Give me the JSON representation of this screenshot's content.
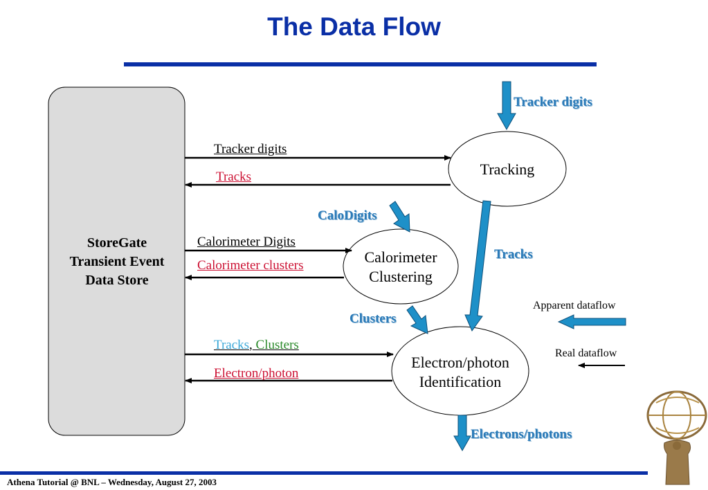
{
  "title": "The Data Flow",
  "store": {
    "line1": "StoreGate",
    "line2": "Transient Event",
    "line3": "Data Store"
  },
  "nodes": {
    "tracking": "Tracking",
    "calo_line1": "Calorimeter",
    "calo_line2": "Clustering",
    "egamma_line1": "Electron/photon",
    "egamma_line2": "Identification"
  },
  "labels": {
    "tracker_digits_in": "Tracker digits",
    "tracker_digits_get": "Tracker digits",
    "tracks_put": "Tracks",
    "calodigits_in": "CaloDigits",
    "calorimeter_digits": "Calorimeter Digits",
    "calorimeter_clusters": "Calorimeter clusters",
    "tracks_flow": "Tracks",
    "clusters_flow": "Clusters",
    "tracks_get": "Tracks",
    "comma": ",",
    "clusters_get": "Clusters",
    "electron_photon_put": "Electron/photon",
    "electrons_photons_out": "Electrons/photons"
  },
  "legend": {
    "apparent": "Apparent dataflow",
    "real": "Real dataflow"
  },
  "footer": "Athena Tutorial @ BNL – Wednesday, August 27, 2003",
  "colors": {
    "title": "#0a2fa6",
    "rule": "#0a2fa6",
    "arrow_fill": "#1e90c8",
    "store_fill": "#dcdcdc"
  }
}
